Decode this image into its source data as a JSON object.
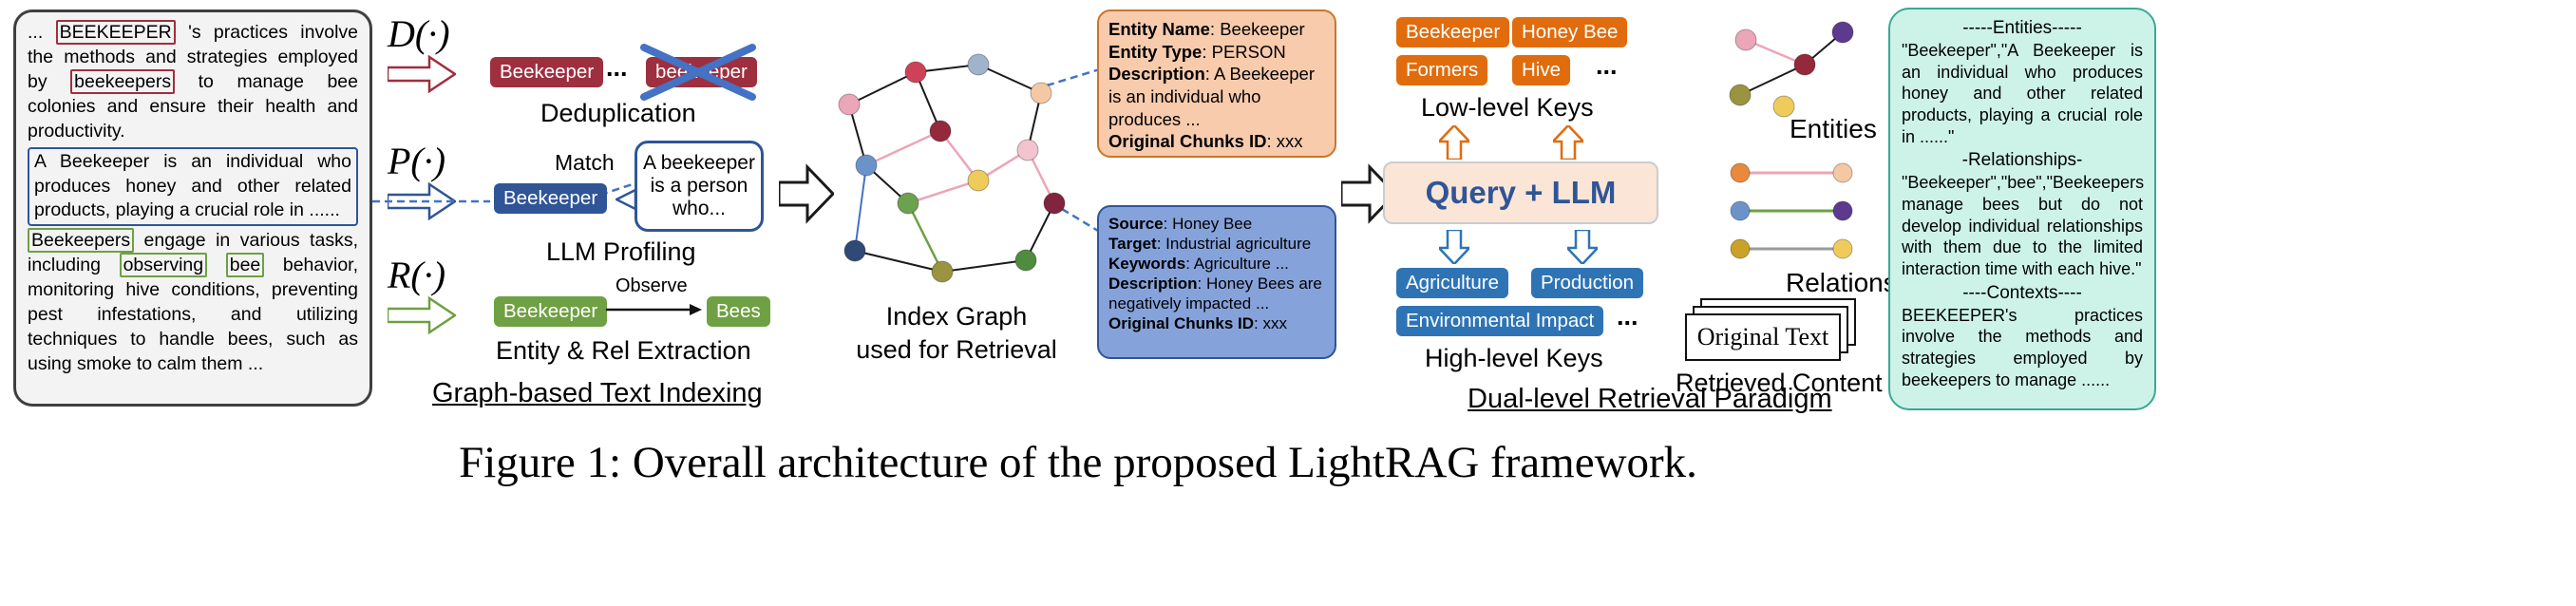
{
  "caption": "Figure 1: Overall architecture of the proposed LightRAG framework.",
  "source_panel": {
    "pre": "... ",
    "ent1": "BEEKEEPER",
    "seg1": " 's practices involve the methods and strategies employed by ",
    "ent2": "beekeepers",
    "seg2": " to manage bee colonies and ensure their health and productivity. ",
    "profile_block": "A Beekeeper is an individual who produces honey and other related products, playing a crucial role in ......",
    "ent3": "Beekeepers",
    "seg3": " engage in various tasks, including ",
    "ent4": "observing",
    "seg4": " ",
    "ent5": "bee",
    "seg5": " behavior, monitoring hive conditions, preventing pest infestations, and utilizing techniques to handle bees, such as using smoke to calm them ..."
  },
  "indexing": {
    "dedup_op": "D(·)",
    "profile_op": "P(·)",
    "extract_op": "R(·)",
    "dedup_chip1": "Beekeeper",
    "dedup_dots": "...",
    "dedup_chip2": "beekeeper",
    "dedup_label": "Deduplication",
    "match_label": "Match",
    "profile_chip": "Beekeeper",
    "profile_bubble": "A beekeeper is a person who...",
    "profile_label": "LLM Profiling",
    "extract_chip1": "Beekeeper",
    "extract_edge_label": "Observe",
    "extract_chip2": "Bees",
    "extract_label": "Entity & Rel Extraction",
    "section_label": "Graph-based Text Indexing"
  },
  "index_graph": {
    "label_line1": "Index Graph",
    "label_line2": "used for Retrieval"
  },
  "entity_card": {
    "k1": "Entity Name",
    "v1": ":  Beekeeper",
    "k2": "Entity Type",
    "v2": ":  PERSON",
    "k3": "Description",
    "v3": ": A Beekeeper is an individual who produces ...",
    "k4": "Original Chunks ID",
    "v4": ": xxx"
  },
  "relation_card": {
    "k1": "Source",
    "v1": ": Honey Bee",
    "k2": "Target",
    "v2": ": Industrial agriculture",
    "k3": "Keywords",
    "v3": ": Agriculture ...",
    "k4": "Description",
    "v4": ": Honey Bees are negatively impacted ...",
    "k5": "Original Chunks ID",
    "v5": ": xxx"
  },
  "retrieval": {
    "low_keys": [
      "Beekeeper",
      "Honey Bee",
      "Formers",
      "Hive"
    ],
    "low_dots": "...",
    "low_label": "Low-level Keys",
    "query_box_label": "Query + LLM",
    "high_keys": [
      "Agriculture",
      "Production",
      "Environmental Impact"
    ],
    "high_dots": "...",
    "high_label": "High-level Keys",
    "section_label": "Dual-level Retrieval Paradigm"
  },
  "retrieved": {
    "entities_label": "Entities",
    "relations_label": "Relations",
    "paper_title": "Original Text",
    "content_label": "Retrieved Content"
  },
  "result_panel": {
    "entities_header": "-----Entities-----",
    "entities_text": "\"Beekeeper\",\"A Beekeeper is an individual who produces honey and other related products, playing a crucial role in ......\"",
    "relationships_header": "-Relationships-",
    "relationships_text": "\"Beekeeper\",\"bee\",\"Beekeepers manage bees but do not develop individual relationships with them due to the limited interaction time with each hive.\"",
    "contexts_header": "----Contexts----",
    "contexts_text": "BEEKEEPER's practices involve the methods and strategies employed by beekeepers to manage ......"
  },
  "colors": {
    "dark_red": "#9E2F3F",
    "blue": "#2F5597",
    "green": "#6FA043",
    "orange": "#E06C0D",
    "key_blue": "#2E74B5",
    "cross_blue": "#4472C4",
    "entity_card_bg": "#F8CBAD",
    "relation_card_bg": "#86A2DB",
    "query_box_bg": "#FBE5D6",
    "result_panel_bg": "#CDF3E8",
    "result_panel_border": "#3AA893"
  }
}
